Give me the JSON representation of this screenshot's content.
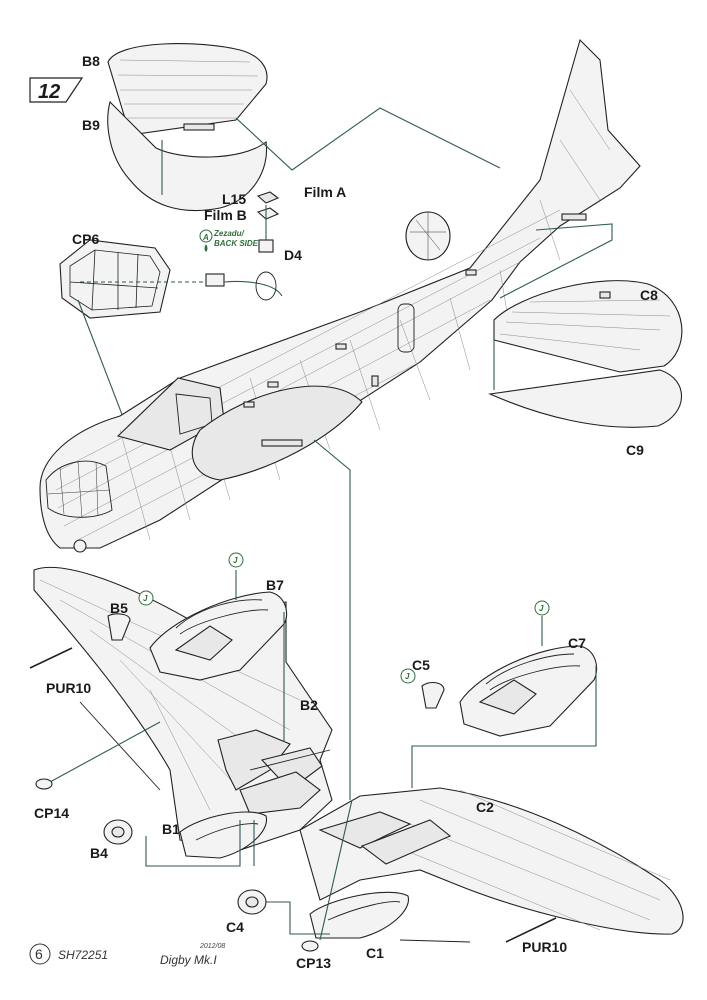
{
  "step": {
    "number": "12"
  },
  "footer": {
    "page_number": "6",
    "kit_code": "SH72251",
    "date": "2012/08",
    "model_name": "Digby Mk.I"
  },
  "labels": {
    "B8": "B8",
    "B9": "B9",
    "L15": "L15",
    "FilmB": "Film B",
    "FilmA": "Film A",
    "D4": "D4",
    "CP6": "CP6",
    "C8": "C8",
    "C9": "C9",
    "B7": "B7",
    "B5": "B5",
    "PUR10_left": "PUR10",
    "B2": "B2",
    "CP14": "CP14",
    "B1": "B1",
    "B4": "B4",
    "C5": "C5",
    "C7": "C7",
    "C2": "C2",
    "C4": "C4",
    "CP13": "CP13",
    "C1": "C1",
    "PUR10_right": "PUR10"
  },
  "notes": {
    "zezadu": "Zezadu/",
    "back_side": "BACK SIDE"
  },
  "symbols": {
    "film_marker": "A",
    "paint_J": "J"
  },
  "colors": {
    "leader_line": "#2f5a56",
    "paint_marker": "#2e6e3a",
    "outline": "#222222"
  }
}
